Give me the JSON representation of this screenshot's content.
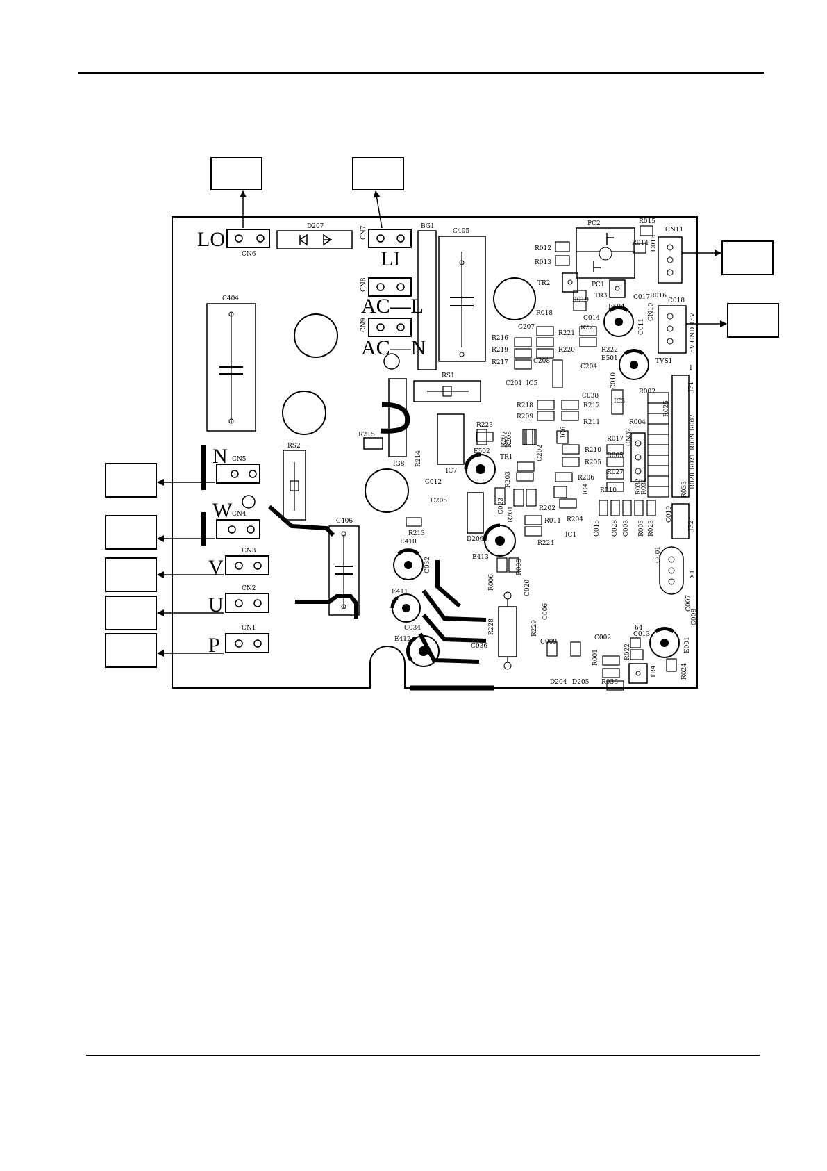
{
  "pcb": {
    "connectors": {
      "lo": {
        "big": "LO",
        "name": "CN6"
      },
      "li": {
        "big": "LI",
        "name": "CN7"
      },
      "acl": {
        "big": "AC—L",
        "name": "CN8"
      },
      "acn": {
        "big": "AC—N",
        "name": "CN9"
      },
      "n": {
        "big": "N",
        "name": "CN5"
      },
      "w": {
        "big": "W",
        "name": "CN4"
      },
      "v": {
        "big": "V",
        "name": "CN3"
      },
      "u": {
        "big": "U",
        "name": "CN2"
      },
      "p": {
        "big": "P",
        "name": "CN1"
      },
      "cn11": {
        "name": "CN11"
      },
      "cn10": {
        "name": "CN10",
        "pins": "5V GND 15V"
      }
    },
    "components": {
      "d207": "D207",
      "bg1": "BG1",
      "c405": "C405",
      "c404": "C404",
      "rs1": "RS1",
      "rs2": "RS2",
      "c406": "C406",
      "ig8": "IG8",
      "ic7": "IC7",
      "r215": "R215",
      "r214": "R214",
      "c012": "C012",
      "r223": "R223",
      "e502": "E502",
      "tr1": "TR1",
      "r203": "R203",
      "c205": "C205",
      "r213": "R213",
      "e410": "E410",
      "c032": "C032",
      "e411": "E411",
      "c034": "C034",
      "e412": "E412",
      "c036": "C036",
      "d206": "D206",
      "e413": "E413",
      "r201": "R201",
      "r202": "R202",
      "r011": "R011",
      "r224": "R224",
      "ic1": "IC1",
      "r008": "R008",
      "r006": "R006",
      "c020": "C020",
      "c006": "C006",
      "r228": "R228",
      "r229": "R229",
      "c009": "C009",
      "c002": "C002",
      "r001": "R001",
      "r022": "R022",
      "r036": "R036",
      "d204": "D204",
      "d205": "D205",
      "tr4": "TR4",
      "r024": "R024",
      "e001": "E001",
      "c013": "C013",
      "pin64": "64",
      "c007": "C007",
      "c008": "C008",
      "x1": "X1",
      "c001": "C001",
      "pc2": "PC2",
      "pc1": "PC1",
      "r012": "R012",
      "r013": "R013",
      "r015": "R015",
      "r014": "R014",
      "c016": "C016",
      "r016": "R016",
      "c017": "C017",
      "c018": "C018",
      "tr2": "TR2",
      "tr3": "TR3",
      "r019": "R019",
      "r018": "R018",
      "c014": "C014",
      "e504": "E504",
      "c011": "C011",
      "e501": "E501",
      "tvs1": "TVS1",
      "jp1": "JP1",
      "r216": "R216",
      "r219": "R219",
      "r217": "R217",
      "c207": "C207",
      "r221": "R221",
      "r220": "R220",
      "r225": "R225",
      "r222": "R222",
      "c201": "C201",
      "ic5": "IC5",
      "c208": "C208",
      "c204": "C204",
      "c038": "C038",
      "c010": "C010",
      "r218": "R218",
      "r209": "R209",
      "r212": "R212",
      "r211": "R211",
      "ic3": "IC3",
      "r002": "R002",
      "r025": "R025",
      "r004": "R004",
      "r017": "R017",
      "cn32": "CN32",
      "r005": "R005",
      "r027": "R027",
      "r010": "R010",
      "ic6": "IC6",
      "r210": "R210",
      "r205": "R205",
      "r206": "R206",
      "r204": "R204",
      "ic4": "IC4",
      "c202": "C202",
      "r207": "R207",
      "r208": "R208",
      "c015": "C015",
      "c028": "C028",
      "c003": "C003",
      "r003": "R003",
      "r023": "R023",
      "c019": "C019",
      "jp2": "JP2",
      "r007": "R007",
      "r009": "R009",
      "r021": "R021",
      "r020": "R020",
      "r032": "R032",
      "r031": "R031",
      "r033": "R033",
      "c023": "C023",
      "one": "1"
    }
  }
}
